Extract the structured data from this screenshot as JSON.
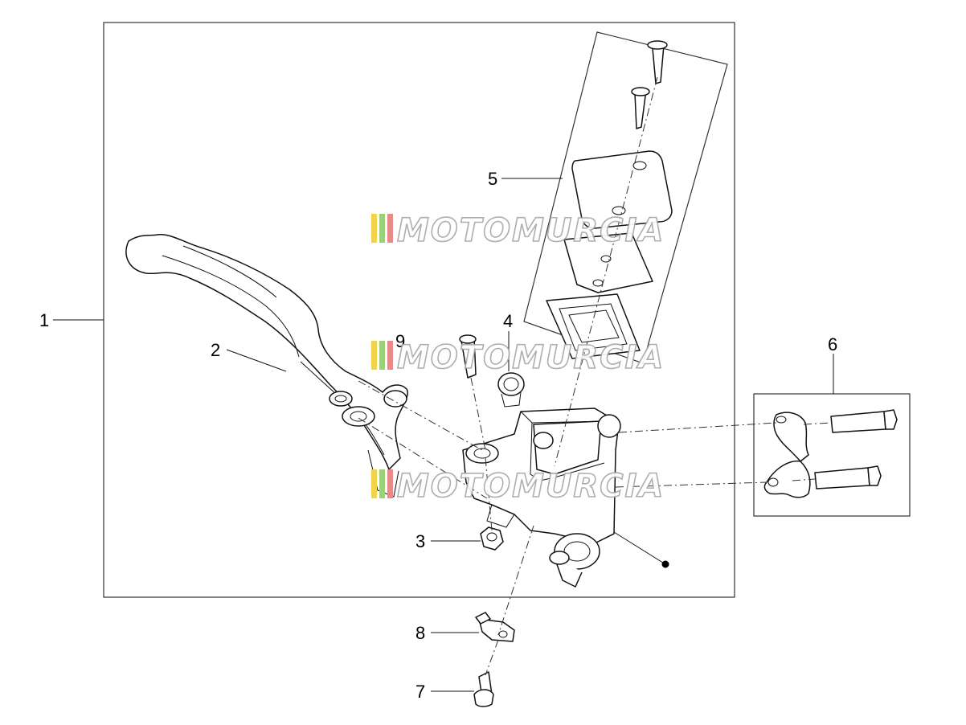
{
  "callouts": {
    "c1": "1",
    "c2": "2",
    "c3": "3",
    "c4": "4",
    "c5": "5",
    "c6": "6",
    "c7": "7",
    "c8": "8",
    "c9": "9"
  },
  "watermark": {
    "text": "MOTOMURCIA",
    "stripe_colors": [
      "#f2d34a",
      "#9bd17a",
      "#e88a8a"
    ]
  },
  "colors": {
    "line": "#111111",
    "frame": "#333333",
    "background": "#ffffff"
  }
}
